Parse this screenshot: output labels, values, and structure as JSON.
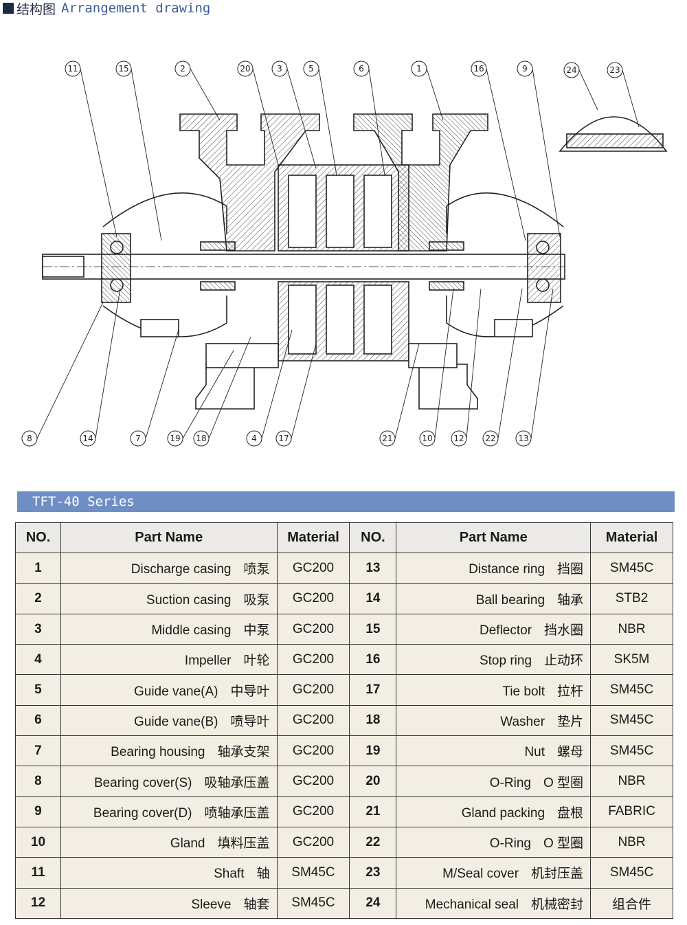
{
  "heading": {
    "cn": "结构图",
    "en": "Arrangement drawing"
  },
  "callouts_top": [
    "11",
    "15",
    "2",
    "20",
    "3",
    "5",
    "6",
    "1",
    "16",
    "9",
    "24",
    "23"
  ],
  "callouts_bottom": [
    "8",
    "14",
    "7",
    "19",
    "18",
    "4",
    "17",
    "21",
    "10",
    "12",
    "22",
    "13"
  ],
  "series": "TFT-40 Series",
  "table": {
    "headers": [
      "NO.",
      "Part Name",
      "Material",
      "NO.",
      "Part Name",
      "Material"
    ],
    "rows": [
      {
        "no_a": "1",
        "name_a": "Discharge casing",
        "cn_a": "喷泵",
        "mat_a": "GC200",
        "no_b": "13",
        "name_b": "Distance ring",
        "cn_b": "挡圈",
        "mat_b": "SM45C"
      },
      {
        "no_a": "2",
        "name_a": "Suction casing",
        "cn_a": "吸泵",
        "mat_a": "GC200",
        "no_b": "14",
        "name_b": "Ball bearing",
        "cn_b": "轴承",
        "mat_b": "STB2"
      },
      {
        "no_a": "3",
        "name_a": "Middle casing",
        "cn_a": "中泵",
        "mat_a": "GC200",
        "no_b": "15",
        "name_b": "Deflector",
        "cn_b": "挡水圈",
        "mat_b": "NBR"
      },
      {
        "no_a": "4",
        "name_a": "Impeller",
        "cn_a": "叶轮",
        "mat_a": "GC200",
        "no_b": "16",
        "name_b": "Stop ring",
        "cn_b": "止动环",
        "mat_b": "SK5M"
      },
      {
        "no_a": "5",
        "name_a": "Guide vane(A)",
        "cn_a": "中导叶",
        "mat_a": "GC200",
        "no_b": "17",
        "name_b": "Tie bolt",
        "cn_b": "拉杆",
        "mat_b": "SM45C"
      },
      {
        "no_a": "6",
        "name_a": "Guide vane(B)",
        "cn_a": "喷导叶",
        "mat_a": "GC200",
        "no_b": "18",
        "name_b": "Washer",
        "cn_b": "垫片",
        "mat_b": "SM45C"
      },
      {
        "no_a": "7",
        "name_a": "Bearing housing",
        "cn_a": "轴承支架",
        "mat_a": "GC200",
        "no_b": "19",
        "name_b": "Nut",
        "cn_b": "螺母",
        "mat_b": "SM45C"
      },
      {
        "no_a": "8",
        "name_a": "Bearing cover(S)",
        "cn_a": "吸轴承压盖",
        "mat_a": "GC200",
        "no_b": "20",
        "name_b": "O-Ring",
        "cn_b": "O 型圈",
        "mat_b": "NBR"
      },
      {
        "no_a": "9",
        "name_a": "Bearing cover(D)",
        "cn_a": "喷轴承压盖",
        "mat_a": "GC200",
        "no_b": "21",
        "name_b": "Gland packing",
        "cn_b": "盘根",
        "mat_b": "FABRIC"
      },
      {
        "no_a": "10",
        "name_a": "Gland",
        "cn_a": "填料压盖",
        "mat_a": "GC200",
        "no_b": "22",
        "name_b": "O-Ring",
        "cn_b": "O 型圈",
        "mat_b": "NBR"
      },
      {
        "no_a": "11",
        "name_a": "Shaft",
        "cn_a": "轴",
        "mat_a": "SM45C",
        "no_b": "23",
        "name_b": "M/Seal cover",
        "cn_b": "机封压盖",
        "mat_b": "SM45C"
      },
      {
        "no_a": "12",
        "name_a": "Sleeve",
        "cn_a": "轴套",
        "mat_a": "SM45C",
        "no_b": "24",
        "name_b": "Mechanical seal",
        "cn_b": "机械密封",
        "mat_b": "组合件"
      }
    ]
  }
}
